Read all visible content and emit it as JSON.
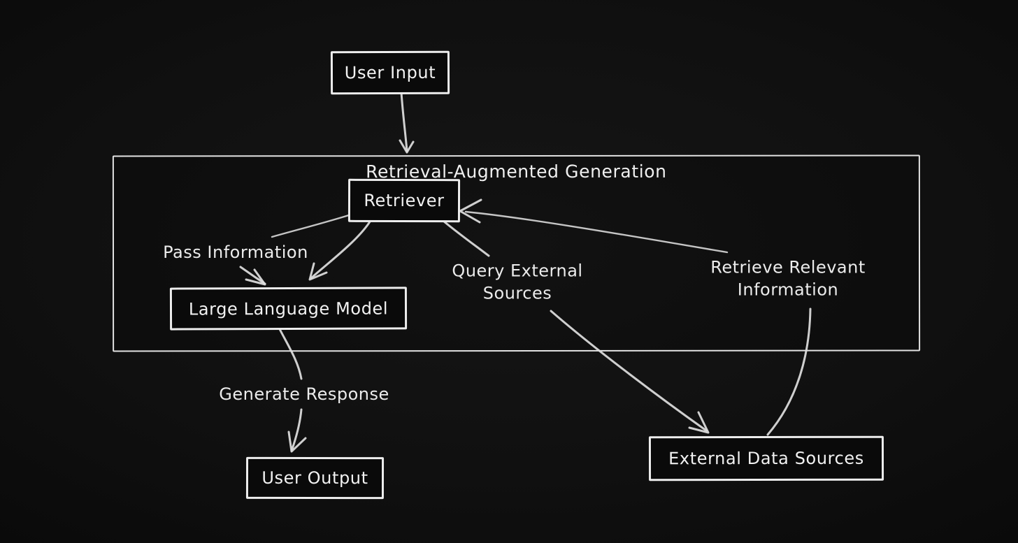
{
  "app": {
    "type": "hand-drawn flowchart",
    "theme": "dark"
  },
  "colors": {
    "background": "#0b0b0b",
    "stroke": "#e2e2e2",
    "text": "#f2f2f2"
  },
  "diagram": {
    "group": {
      "title": "Retrieval-Augmented Generation"
    },
    "nodes": {
      "user_input": {
        "label": "User Input"
      },
      "retriever": {
        "label": "Retriever"
      },
      "llm": {
        "label": "Large Language Model"
      },
      "user_output": {
        "label": "User Output"
      },
      "external_data_sources": {
        "label": "External Data Sources"
      }
    },
    "edge_labels": {
      "pass_information": {
        "label": "Pass Information"
      },
      "query_external_sources": {
        "line1": "Query External",
        "line2": "Sources"
      },
      "retrieve_relevant_information": {
        "line1": "Retrieve Relevant",
        "line2": "Information"
      },
      "generate_response": {
        "label": "Generate Response"
      }
    },
    "edges": [
      {
        "from": "User Input",
        "to": "Retrieval-Augmented Generation / Retriever",
        "label": ""
      },
      {
        "from": "Retriever",
        "to": "Large Language Model",
        "label": "Pass Information"
      },
      {
        "from": "Retriever",
        "to": "Large Language Model",
        "label": ""
      },
      {
        "from": "Retriever",
        "to": "External Data Sources",
        "label": "Query External Sources"
      },
      {
        "from": "External Data Sources",
        "to": "Retriever",
        "label": "Retrieve Relevant Information"
      },
      {
        "from": "Large Language Model",
        "to": "User Output",
        "label": "Generate Response"
      }
    ]
  }
}
